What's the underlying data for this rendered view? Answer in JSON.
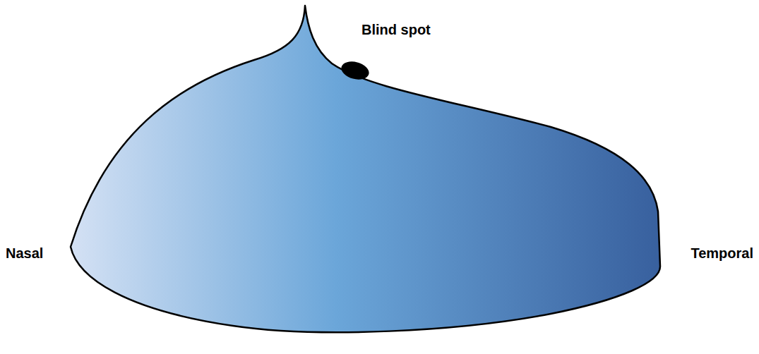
{
  "diagram": {
    "labels": [
      "Blind spot",
      "Nasal",
      "Temporal"
    ]
  }
}
